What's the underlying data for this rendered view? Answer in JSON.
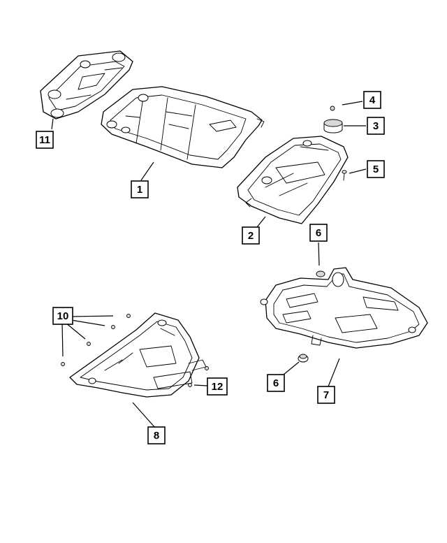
{
  "callouts": {
    "c1": "1",
    "c2": "2",
    "c3": "3",
    "c4": "4",
    "c5": "5",
    "c6a": "6",
    "c6b": "6",
    "c7": "7",
    "c8": "8",
    "c10": "10",
    "c11": "11",
    "c12": "12"
  }
}
